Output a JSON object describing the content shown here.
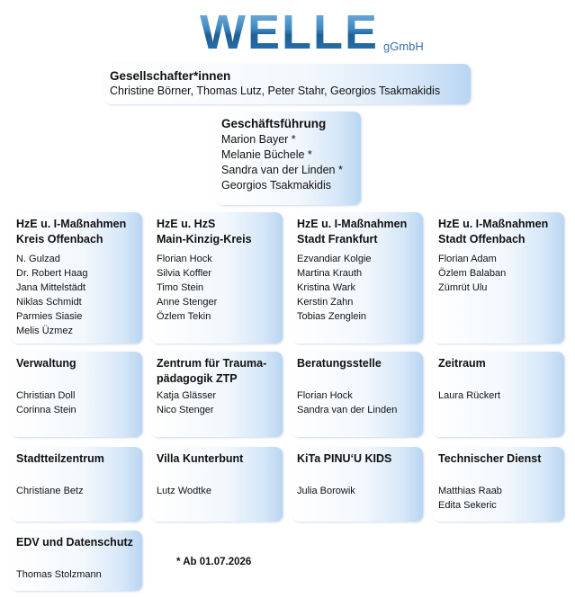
{
  "logo": {
    "word": "WELLE",
    "suffix": "gGmbH"
  },
  "shareholders": {
    "title": "Gesellschafter*innen",
    "names": [
      "Christine Börner, Thomas Lutz, Peter Stahr, Georgios Tsakmakidis"
    ]
  },
  "management": {
    "title": "Geschäftsführung",
    "names": [
      "Marion Bayer *",
      "Melanie Büchele *",
      "Sandra van der Linden *",
      "Georgios Tsakmakidis"
    ]
  },
  "units": [
    {
      "title": [
        "HzE u. I-Maßnahmen",
        "Kreis Offenbach"
      ],
      "names": [
        "N. Gulzad",
        "Dr. Robert Haag",
        "Jana Mittelstädt",
        "Niklas Schmidt",
        "Parmies Siasie",
        "Melis Üzmez"
      ]
    },
    {
      "title": [
        "HzE u. HzS",
        "Main-Kinzig-Kreis"
      ],
      "names": [
        "Florian Hock",
        "Silvia Koffler",
        "Timo Stein",
        "Anne Stenger",
        "Özlem Tekin"
      ]
    },
    {
      "title": [
        "HzE u. I-Maßnahmen",
        "Stadt Frankfurt"
      ],
      "names": [
        "Ezvandiar Kolgie",
        "Martina Krauth",
        "Kristina Wark",
        "Kerstin Zahn",
        "Tobias Zenglein"
      ]
    },
    {
      "title": [
        "HzE u. I-Maßnahmen",
        "Stadt Offenbach"
      ],
      "names": [
        "Florian Adam",
        "Özlem Balaban",
        "Zümrüt Ulu"
      ]
    },
    {
      "title": [
        "Verwaltung"
      ],
      "names": [
        "Christian Doll",
        "Corinna Stein"
      ]
    },
    {
      "title": [
        "Zentrum für Trauma-",
        "pädagogik ZTP"
      ],
      "names": [
        "Katja Glässer",
        "Nico Stenger"
      ]
    },
    {
      "title": [
        "Beratungsstelle"
      ],
      "names": [
        "Florian Hock",
        "Sandra van der Linden"
      ]
    },
    {
      "title": [
        "Zeitraum"
      ],
      "names": [
        "Laura Rückert"
      ]
    },
    {
      "title": [
        "Stadtteilzentrum"
      ],
      "names": [
        "Christiane Betz"
      ]
    },
    {
      "title": [
        "Villa Kunterbunt"
      ],
      "names": [
        "Lutz Wodtke"
      ]
    },
    {
      "title": [
        "KiTa PINU‘U KIDS"
      ],
      "names": [
        "Julia Borowik"
      ]
    },
    {
      "title": [
        "Technischer Dienst"
      ],
      "names": [
        "Matthias Raab",
        "Edita Sekeric"
      ]
    },
    {
      "title": [
        "EDV und Datenschutz"
      ],
      "names": [
        "Thomas Stolzmann"
      ]
    }
  ],
  "footnote": "* Ab 01.07.2026"
}
